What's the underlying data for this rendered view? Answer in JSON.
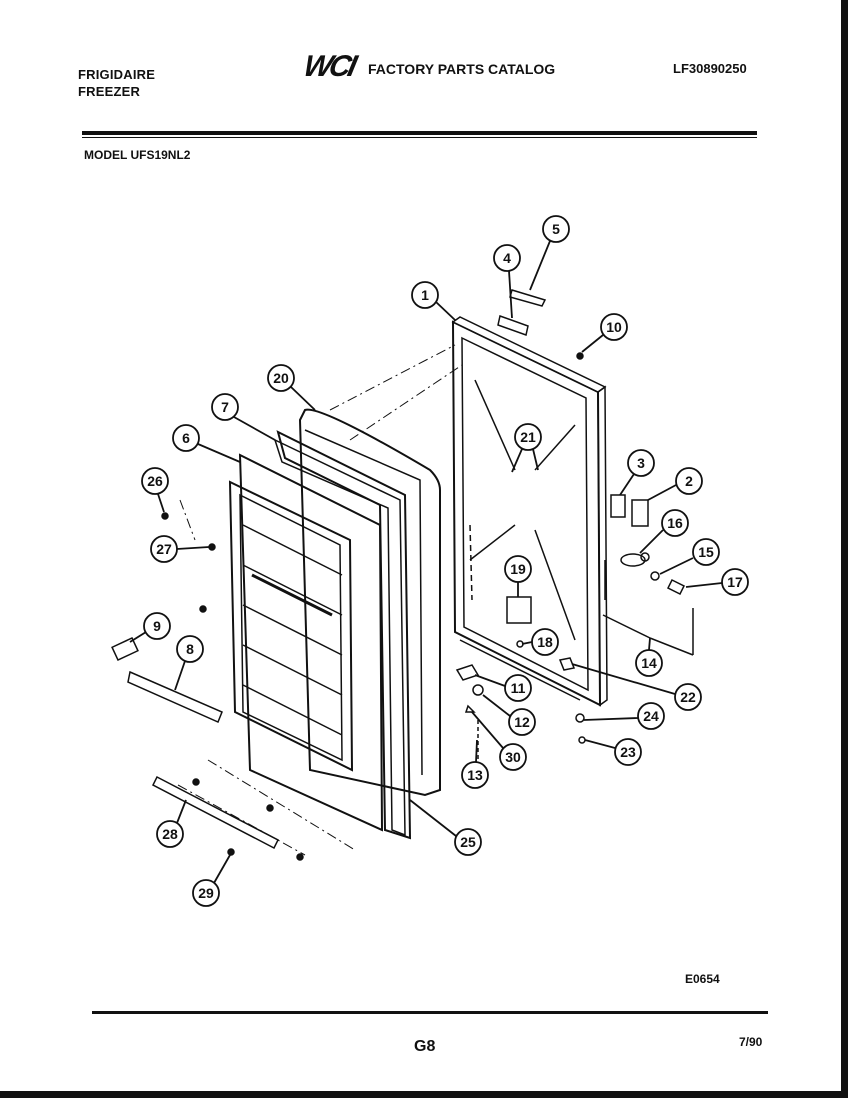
{
  "header": {
    "brand_line1": "FRIGIDAIRE",
    "brand_line2": "FREEZER",
    "logo": "WCI",
    "catalog_title": "FACTORY PARTS CATALOG",
    "doc_number": "LF30890250",
    "model": "MODEL UFS19NL2"
  },
  "footer": {
    "drawing_code": "E0654",
    "page_code": "G8",
    "date": "7/90"
  },
  "callouts": [
    "1",
    "2",
    "3",
    "4",
    "5",
    "6",
    "7",
    "8",
    "9",
    "10",
    "11",
    "12",
    "13",
    "14",
    "15",
    "16",
    "17",
    "18",
    "19",
    "20",
    "21",
    "22",
    "23",
    "24",
    "25",
    "26",
    "27",
    "28",
    "29",
    "30"
  ]
}
